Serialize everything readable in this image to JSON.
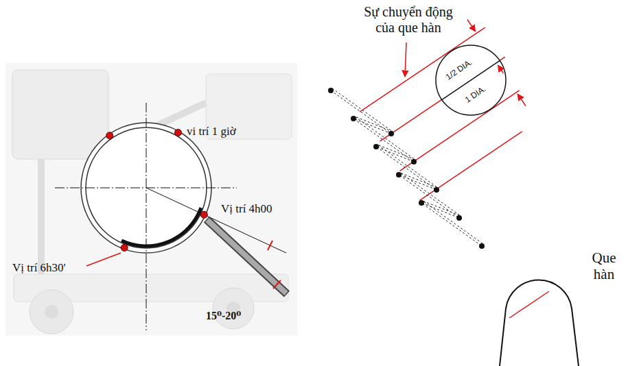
{
  "diagram": {
    "nodes": [
      {
        "text": [
          "1/2 DIA.",
          "1 DIA."
        ]
      }
    ],
    "labels": [
      "Sự chuyển động của que hàn",
      "vi trí 1 giờ",
      "Vị trí 4h00",
      "Vị trí 6h30'",
      "15⁰-20⁰",
      "Que hàn"
    ]
  }
}
